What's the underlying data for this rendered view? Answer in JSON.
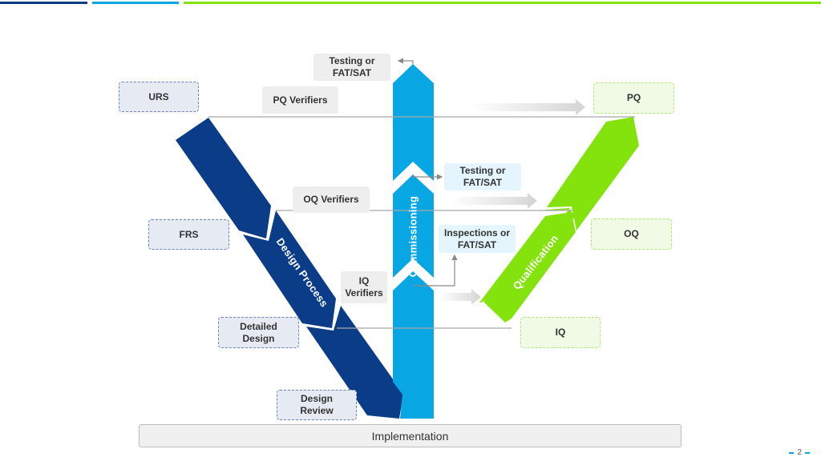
{
  "colors": {
    "design": "#0b3c88",
    "commissioning": "#09a6e4",
    "qualification": "#84e30d",
    "connector": "#a8a8a8"
  },
  "header_bars": [
    "design",
    "commissioning",
    "qualification"
  ],
  "left_boxes": {
    "urs": "URS",
    "frs": "FRS",
    "detailed_design": "Detailed Design",
    "design_review": "Design Review"
  },
  "right_boxes": {
    "pq": "PQ",
    "oq": "OQ",
    "iq": "IQ"
  },
  "verifiers": {
    "pq": "PQ Verifiers",
    "oq": "OQ Verifiers",
    "iq": "IQ Verifiers"
  },
  "commissioning_boxes": {
    "top_testing": "Testing or FAT/SAT",
    "mid_testing": "Testing or FAT/SAT",
    "inspections": "Inspections or FAT/SAT"
  },
  "arrows": {
    "design": "Design Process",
    "commissioning": "Commissioning",
    "qualification": "Qualification"
  },
  "footer": {
    "implementation": "Implementation",
    "page_number": "2"
  }
}
